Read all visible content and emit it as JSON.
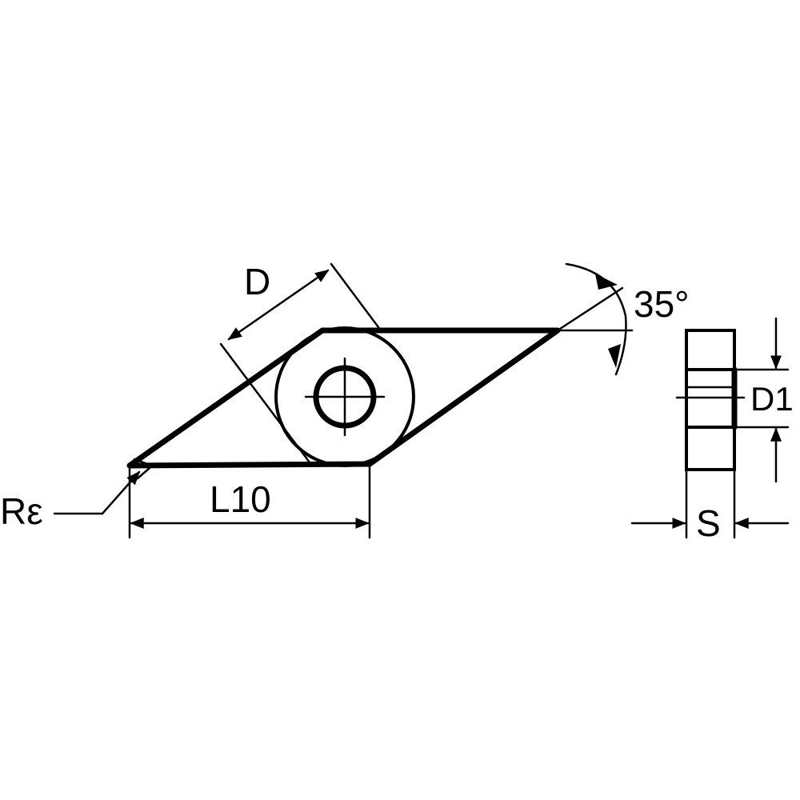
{
  "labels": {
    "d": "D",
    "angle": "35°",
    "d1": "D1",
    "radius": "Rε",
    "l10": "L10",
    "s": "S"
  }
}
